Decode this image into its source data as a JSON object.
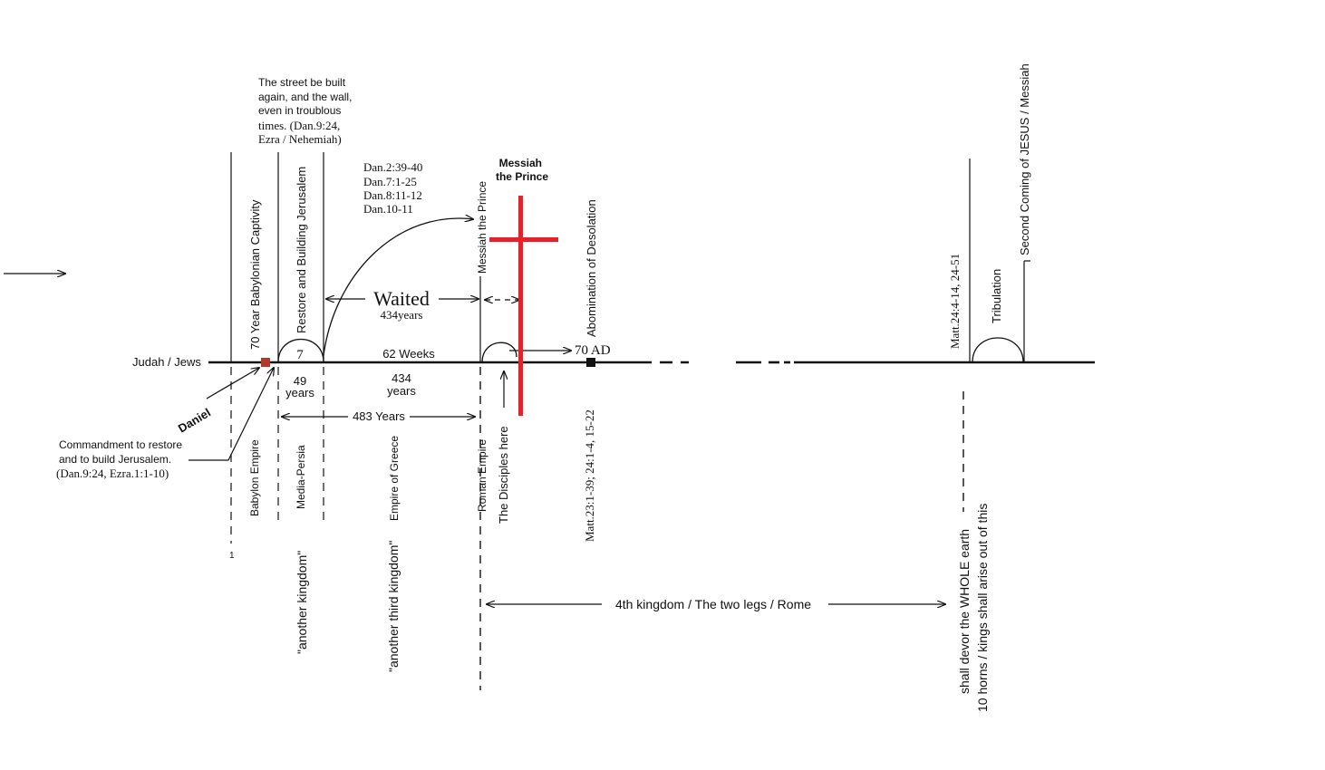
{
  "timeline_label": "Judah / Jews",
  "verticals": {
    "captivity": "70 Year Babylonian Captivity",
    "restore": "Restore and Building Jerusalem",
    "messiah_prince": "Messiah the Prince",
    "abomination": "Abomination of Desolation",
    "matt24": "Matt.24:4-14, 24-51",
    "tribulation": "Tribulation",
    "second_coming": "Second Coming of JESUS / Messiah"
  },
  "street_note": [
    "The street be built",
    "again, and the wall,",
    "even in troublous",
    "times. (Dan.9:24,",
    "Ezra / Nehemiah)"
  ],
  "dan_refs": [
    "Dan.2:39-40",
    "Dan.7:1-25",
    "Dan.8:11-12",
    "Dan.10-11"
  ],
  "messiah_title": [
    "Messiah",
    "the Prince"
  ],
  "waited": {
    "label": "Waited",
    "years": "434years"
  },
  "seven": "7",
  "sixty_two_weeks": "62 Weeks",
  "seventy_ad": "70 AD",
  "spans": {
    "first": {
      "number": "49",
      "unit": "years"
    },
    "second": {
      "number": "434",
      "unit": "years"
    },
    "total": "483 Years"
  },
  "daniel": "Daniel",
  "commandment_note": [
    "Commandment to restore",
    "and to build Jerusalem.",
    "(Dan.9:24, Ezra.1:1-10)"
  ],
  "empires": {
    "babylon": "Babylon Empire",
    "media_persia": "Media-Persia",
    "greece": "Empire of Greece",
    "rome": "Roman Empire",
    "disciples": "The Disciples here",
    "matt23": "Matt.23:1-39; 24:1-4, 15-22"
  },
  "kingdoms": {
    "another": "\"another kingdom\"",
    "third": "\"another third kingdom\"",
    "fourth": "4th kingdom / The two legs / Rome"
  },
  "end_notes": {
    "devour": "shall devor the WHOLE earth",
    "horns": "10 horns / kings shall arise out of this"
  },
  "tick_mark": "1",
  "colors": {
    "cross": "#e8202a",
    "marker": "#b23a2a",
    "ink": "#111111"
  }
}
